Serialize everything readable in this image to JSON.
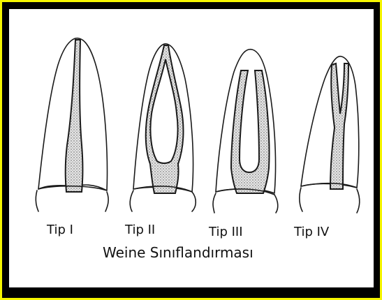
{
  "figure": {
    "types": [
      {
        "label": "Tip I"
      },
      {
        "label": "Tip II"
      },
      {
        "label": "Tip III"
      },
      {
        "label": "Tip IV"
      }
    ],
    "caption": "Weine Sınıflandırması"
  }
}
